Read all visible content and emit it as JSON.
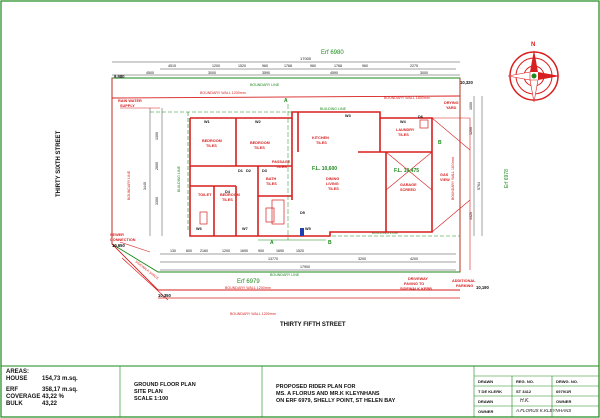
{
  "erf_top": "Erf 6980",
  "erf_bottom": "Erf 6979",
  "erf_right": "Erf 6978",
  "street_left": "THIRTY SIXTH STREET",
  "street_bottom": "THIRTY FIFTH STREET",
  "dims": {
    "overall": "17000",
    "top_row": [
      "4515",
      "1200",
      "1520",
      "960",
      "1768",
      "960",
      "1768",
      "960",
      "2275"
    ],
    "top_row2": [
      "4500",
      "3000",
      "3590",
      "4590",
      "3000"
    ],
    "bottom_row": [
      "130",
      "600",
      "2160",
      "1200",
      "1690",
      "900",
      "1690",
      "1520"
    ],
    "bottom_row2": [
      "13770",
      "3200",
      "4200"
    ],
    "bottom_overall": "17900",
    "coord_tl": "9,980",
    "coord_tr": "10,320",
    "coord_bl": "10,650",
    "coord_bl2": "10,350",
    "coord_br": "10,190",
    "level_l": "F.L. 10,600",
    "level_r": "F.L. 10,475",
    "left_col": [
      "1300",
      "2600",
      "3300",
      "3440"
    ],
    "right_col": [
      "1000",
      "1200",
      "5764",
      "4320"
    ]
  },
  "walls": {
    "top_red": "BOUNDARY WALL 1200mm",
    "top_green": "BOUNDARY LINE",
    "top_building": "BUILDING LINE",
    "left": "BOUNDARY LINE",
    "left_building": "BUILDING LINE",
    "bottom_green": "BOUNDARY LINE",
    "bottom_red": "BOUNDARY WALL 1200mm",
    "bottom_building": "BUILDING LINE",
    "sidewalk": "SIDEWALK SPACE",
    "right_red": "BOUNDARY WALL 1800mm",
    "right_side": "BOUNDARY WALL 1800mm"
  },
  "rooms": {
    "bedroom1": "BEDROOM",
    "bedroom1_sub": "TILES",
    "bedroom2": "BEDROOM",
    "bedroom2_sub": "TILES",
    "passage": "PASSAGE",
    "passage_sub": "TILES",
    "kitchen": "KITCHEN",
    "kitchen_sub": "TILES",
    "dining": "DINING",
    "dining_sub": "LIVING",
    "dining_sub2": "TILES",
    "bath": "BATH",
    "bath_sub": "TILES",
    "laundry": "LAUNDRY",
    "laundry_sub": "TILES",
    "garage": "GARAGE",
    "garage_sub": "SCREED",
    "toilet": "TOILET",
    "bedroom3": "BEDROOM",
    "bedroom3_sub": "TILES",
    "drying": "DRYING",
    "drying_sub": "YARD",
    "gas": "GAS",
    "gas_sub": "VIEW",
    "rain_water": "RAIN WATER",
    "rain_water_sub": "SUPPLY",
    "sewer": "SEWER",
    "sewer_sub": "CONNECTION",
    "driveway": "DRIVEWAY",
    "driveway_sub": "PAVING TO",
    "driveway_sub2": "SIDEWALK KERB",
    "additional": "ADDITIONAL",
    "additional_sub": "PARKING"
  },
  "markers": [
    "W1",
    "W2",
    "W3",
    "W4",
    "W5",
    "W6",
    "W7",
    "D1",
    "D2",
    "D3",
    "D4",
    "D5",
    "D6",
    "A",
    "B"
  ],
  "areas": {
    "heading": "AREAS:",
    "house_label": "HOUSE",
    "house_value": "154,73 m.sq.",
    "erf_label": "ERF",
    "erf_value": "358,17 m.sq.",
    "coverage_label": "COVERAGE",
    "coverage_value": "43,22 %",
    "bulk_label": "BULK",
    "bulk_value": "43,22"
  },
  "titleblock": {
    "plan_line1": "GROUND FLOOR PLAN",
    "plan_line2": "SITE PLAN",
    "plan_line3": "SCALE 1:100",
    "proj_line1": "PROPOSED RIDER PLAN FOR",
    "proj_line2": "MS. A FLORUS AND MR.K KLEYNHANS",
    "proj_line3": "ON ERF 6979, SHELLY POINT, ST HELEN BAY",
    "drawn_label": "DRAWN",
    "drawn_value": "",
    "reg_label": "REG. NO.",
    "dwg_label": "DRWG. NO.",
    "pbelow_label": "T DE KLERK",
    "reg_value": "ST 3412",
    "dwg_value": "6979/1R",
    "drawn2_label": "DRAWN",
    "sig1": "H.K.",
    "owner_label": "OWNER",
    "owner2_label": "OWNER",
    "sig2": "A.FLORUS K.KLEYNHANS"
  },
  "compass": "N"
}
